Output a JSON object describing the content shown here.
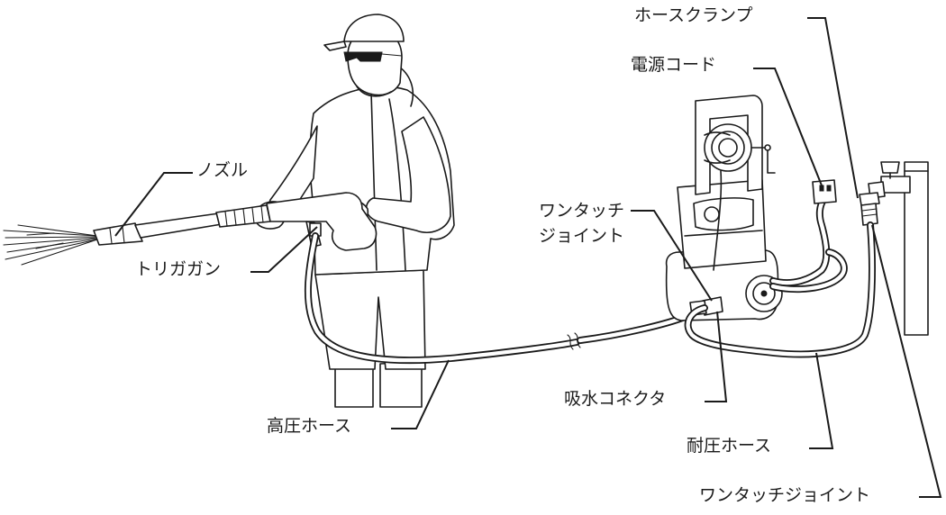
{
  "labels": {
    "hose_clamp": "ホースクランプ",
    "power_cord": "電源コード",
    "nozzle": "ノズル",
    "trigger_gun": "トリガガン",
    "one_touch_joint_line1": "ワンタッチ",
    "one_touch_joint_line2": "ジョイント",
    "suction_connector": "吸水コネクタ",
    "high_pressure_hose": "高圧ホース",
    "pressure_resistant_hose": "耐圧ホース",
    "one_touch_joint_bottom": "ワンタッチジョイント"
  }
}
